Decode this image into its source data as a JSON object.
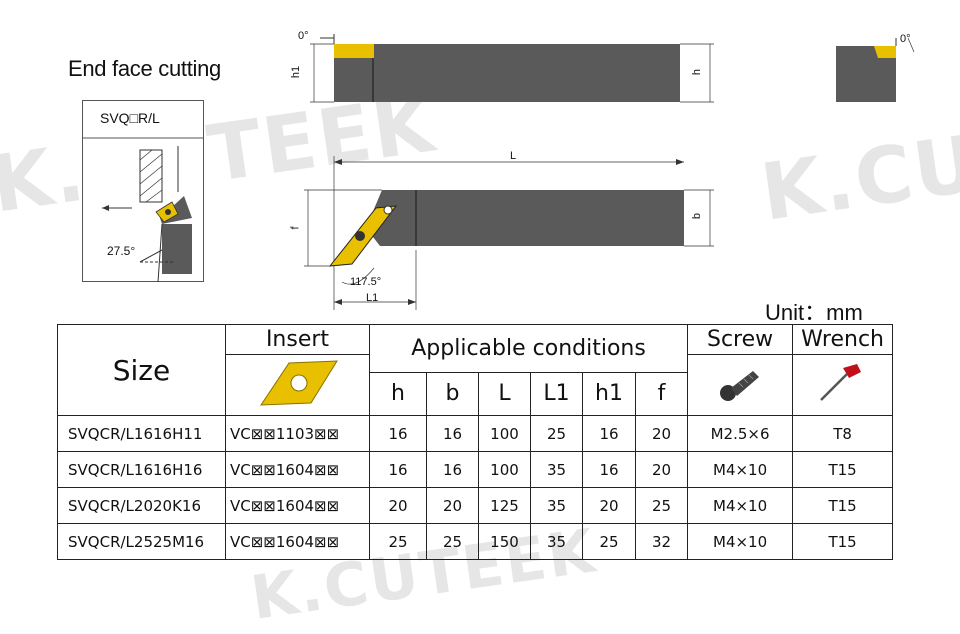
{
  "title": "End face cutting",
  "unit": "Unit：mm",
  "watermark": "K.CUTEEK",
  "holder_code": "SVQ□R/L",
  "drawing_labels": {
    "angle_top_left": "0°",
    "angle_top_right": "0°",
    "h1": "h1",
    "h": "h",
    "L": "L",
    "b": "b",
    "f": "f",
    "approach": "117.5°",
    "L1": "L1",
    "side_angle": "27.5°"
  },
  "table": {
    "header": {
      "size": "Size",
      "insert": "Insert",
      "conditions": "Applicable conditions",
      "screw": "Screw",
      "wrench": "Wrench",
      "columns": [
        "h",
        "b",
        "L",
        "L1",
        "h1",
        "f"
      ]
    },
    "rows": [
      {
        "size": "SVQCR/L1616H11",
        "insert": "VC⊠⊠1103⊠⊠",
        "h": "16",
        "b": "16",
        "L": "100",
        "L1": "25",
        "h1": "16",
        "f": "20",
        "screw": "M2.5×6",
        "wrench": "T8"
      },
      {
        "size": "SVQCR/L1616H16",
        "insert": "VC⊠⊠1604⊠⊠",
        "h": "16",
        "b": "16",
        "L": "100",
        "L1": "35",
        "h1": "16",
        "f": "20",
        "screw": "M4×10",
        "wrench": "T15"
      },
      {
        "size": "SVQCR/L2020K16",
        "insert": "VC⊠⊠1604⊠⊠",
        "h": "20",
        "b": "20",
        "L": "125",
        "L1": "35",
        "h1": "20",
        "f": "25",
        "screw": "M4×10",
        "wrench": "T15"
      },
      {
        "size": "SVQCR/L2525M16",
        "insert": "VC⊠⊠1604⊠⊠",
        "h": "25",
        "b": "25",
        "L": "150",
        "L1": "35",
        "h1": "25",
        "f": "32",
        "screw": "M4×10",
        "wrench": "T15"
      }
    ]
  },
  "colors": {
    "holder": "#5a5a5a",
    "insert_gold": "#e8c000",
    "wrench_red": "#c0101a"
  }
}
